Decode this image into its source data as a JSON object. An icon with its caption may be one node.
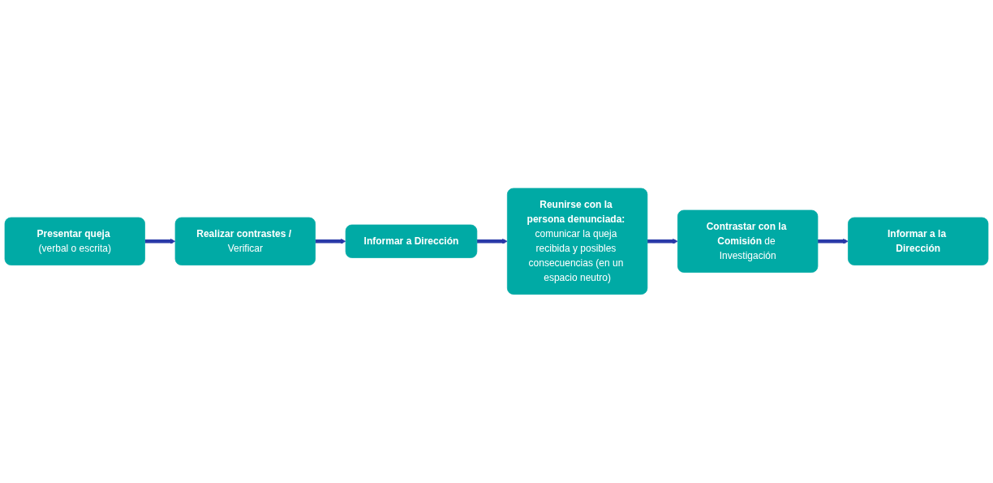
{
  "diagram": {
    "nodes": [
      {
        "text": [
          "**Presentar queja** (verbal o escrita)"
        ]
      },
      {
        "text": [
          "**Realizar contrastes /** Verificar"
        ]
      },
      {
        "text": [
          "Informar a Dirección"
        ]
      },
      {
        "text": [
          "**Reunirse con la persona denunciada:** comunicar la queja recibida y posibles consecuencias (en un espacio neutro)"
        ]
      },
      {
        "text": [
          "**Contrastar con la Comisión** de Investigación"
        ]
      },
      {
        "text": [
          "Informar a la Dirección"
        ]
      }
    ],
    "edges": [
      {
        "from": 0,
        "to": 1,
        "arrow": "to"
      },
      {
        "from": 1,
        "to": 2,
        "arrow": "to"
      },
      {
        "from": 2,
        "to": 3,
        "arrow": "to"
      },
      {
        "from": 3,
        "to": 4,
        "arrow": "to"
      },
      {
        "from": 4,
        "to": 5,
        "arrow": "to"
      }
    ]
  }
}
